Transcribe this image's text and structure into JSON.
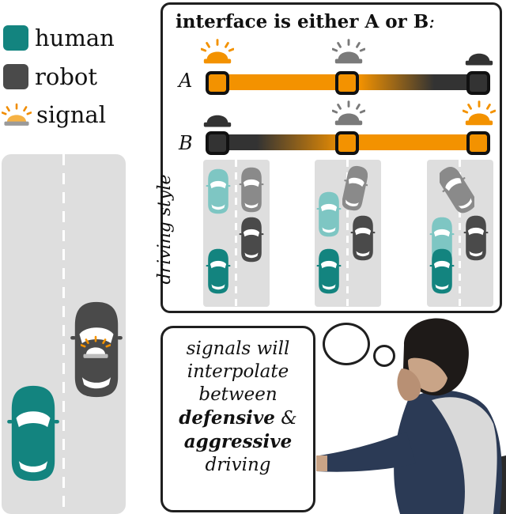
{
  "legend": {
    "human": {
      "label": "human",
      "color": "#13847f"
    },
    "robot": {
      "label": "robot",
      "color": "#4a4a4a"
    },
    "signal": {
      "label": "signal",
      "icon": "signal-light-icon",
      "color": "#f08c00"
    }
  },
  "panel": {
    "title_main": "interface is either A or B",
    "title_colon": ":",
    "rows": [
      {
        "label": "A",
        "gradient": "orange-to-dark"
      },
      {
        "label": "B",
        "gradient": "dark-to-orange"
      }
    ],
    "driving_style_label": "driving style"
  },
  "bubble": {
    "line1": "signals will",
    "line2": "interpolate",
    "line3": "between",
    "bold1": "defensive",
    "amp": " &",
    "bold2": "aggressive",
    "line6": "driving"
  },
  "colors": {
    "orange": "#f39200",
    "dark": "#333333",
    "gray_signal": "#7a7a7a",
    "teal": "#13847f",
    "teal_light": "#7ec6c3",
    "robot_gray": "#4a4a4a",
    "robot_light": "#8a8a8a"
  }
}
